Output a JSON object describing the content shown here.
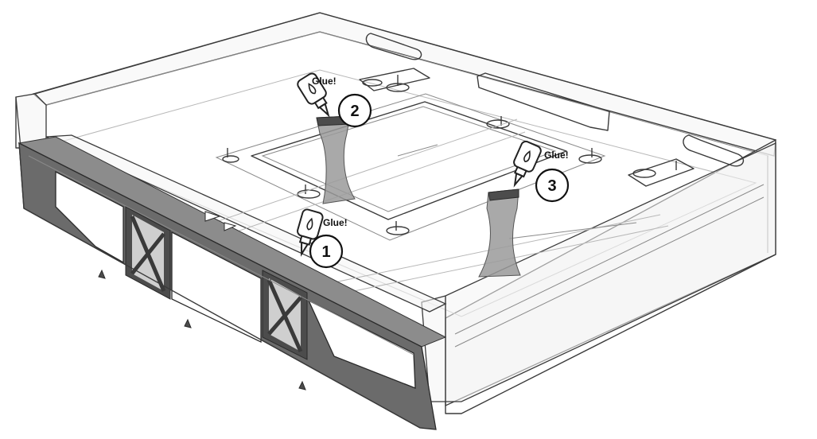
{
  "steps": [
    {
      "number": "1",
      "label": "Glue!"
    },
    {
      "number": "2",
      "label": "Glue!"
    },
    {
      "number": "3",
      "label": "Glue!"
    }
  ],
  "colors": {
    "frame_dark": "#6b6b6b",
    "outline": "#3a3a3a",
    "glass": "#f4f4f4"
  },
  "icons": [
    "glue-bottle-icon"
  ]
}
